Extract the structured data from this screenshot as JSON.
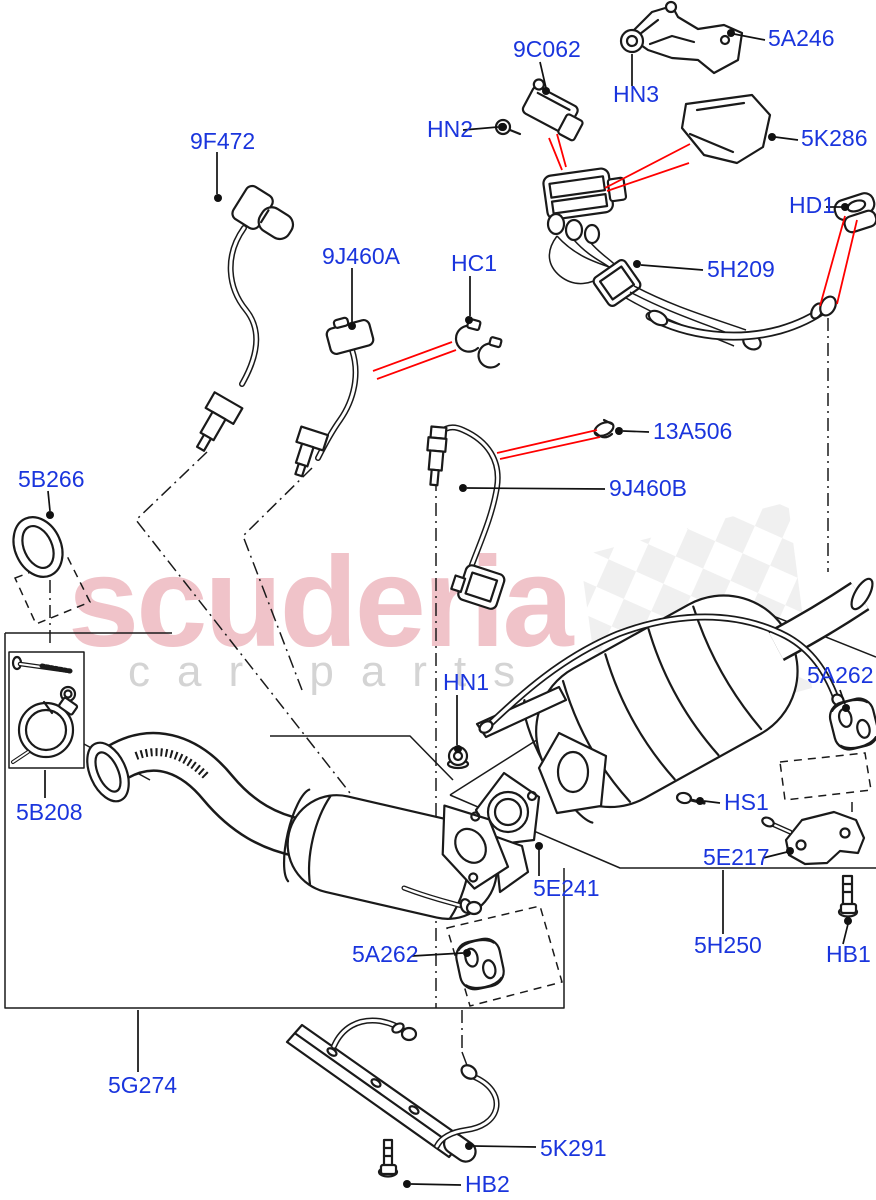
{
  "diagram": {
    "type": "exploded-parts-diagram",
    "subject": "Exhaust system - front pipe, catalytic converter and silencer",
    "watermark": {
      "brand": "scuderia",
      "subtitle": "car parts"
    },
    "colors": {
      "callout_text": "#1a35dd",
      "arrow": "#ff0000",
      "line": "#1a1a1a",
      "watermark_brand": "#f0c3c9",
      "watermark_subtitle": "#d4d4d4"
    },
    "callouts": [
      {
        "label": "9C062"
      },
      {
        "label": "5A246"
      },
      {
        "label": "HN3"
      },
      {
        "label": "HN2"
      },
      {
        "label": "5K286"
      },
      {
        "label": "9F472"
      },
      {
        "label": "HD1"
      },
      {
        "label": "9J460A"
      },
      {
        "label": "HC1"
      },
      {
        "label": "5H209"
      },
      {
        "label": "13A506"
      },
      {
        "label": "9J460B"
      },
      {
        "label": "5B266"
      },
      {
        "label": "HN1"
      },
      {
        "label": "5A262"
      },
      {
        "label": "5B208"
      },
      {
        "label": "HS1"
      },
      {
        "label": "5E217"
      },
      {
        "label": "5E241"
      },
      {
        "label": "5A262"
      },
      {
        "label": "5H250"
      },
      {
        "label": "HB1"
      },
      {
        "label": "5G274"
      },
      {
        "label": "5K291"
      },
      {
        "label": "HB2"
      }
    ]
  }
}
